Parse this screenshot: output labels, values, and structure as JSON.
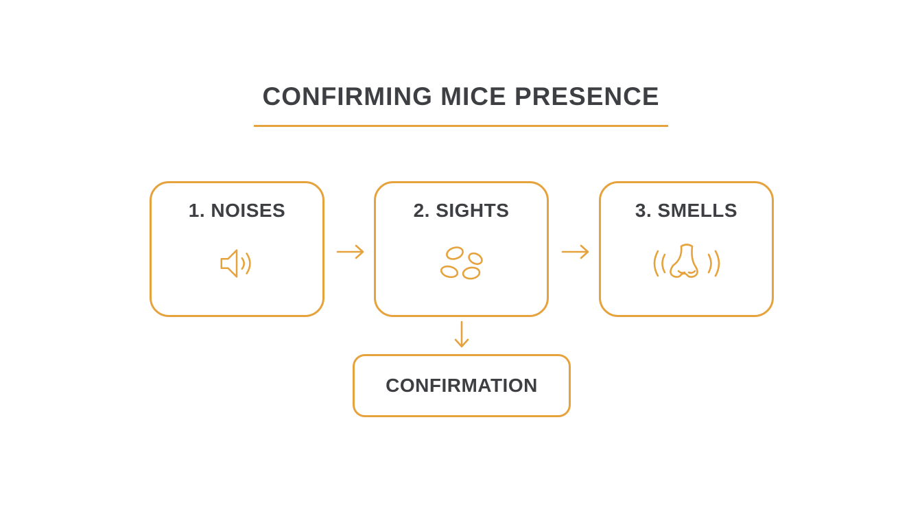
{
  "title": "CONFIRMING MICE PRESENCE",
  "colors": {
    "accent": "#E6A23C",
    "text": "#3E3F43",
    "background": "#FFFFFF"
  },
  "steps": [
    {
      "label": "1. NOISES",
      "icon": "speaker-icon"
    },
    {
      "label": "2. SIGHTS",
      "icon": "droppings-icon"
    },
    {
      "label": "3. SMELLS",
      "icon": "nose-icon"
    }
  ],
  "connectors": {
    "step1_to_step2": "arrow-right-icon",
    "step2_to_step3": "arrow-right-icon",
    "step2_to_result": "arrow-down-icon"
  },
  "result": {
    "label": "CONFIRMATION"
  }
}
